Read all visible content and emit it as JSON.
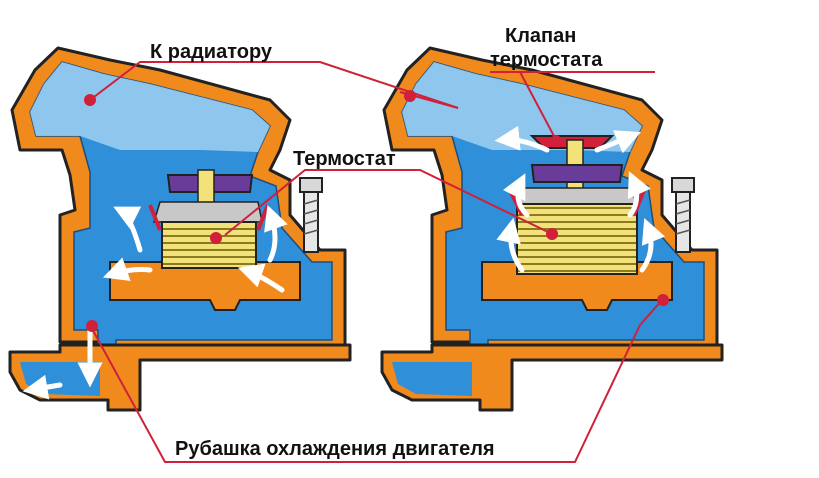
{
  "labels": {
    "to_radiator": "К радиатору",
    "thermostat_valve_line1": "Клапан",
    "thermostat_valve_line2": "термостата",
    "thermostat": "Термостат",
    "engine_jacket": "Рубашка охлаждения двигателя"
  },
  "colors": {
    "housing": "#f08a1c",
    "housing_outline": "#222222",
    "coolant": "#2f8fd8",
    "coolant_light": "#bfe0f6",
    "thermostat_element": "#f3e27a",
    "thermostat_cap": "#6a3c9a",
    "valve": "#d0203a",
    "leader_line": "#d0203a",
    "bolt": "#d8d8d8"
  },
  "icons": {
    "flow_arrow": "flow-arrow-icon",
    "pointer_dot": "pointer-dot-icon",
    "bolt": "bolt-icon"
  }
}
